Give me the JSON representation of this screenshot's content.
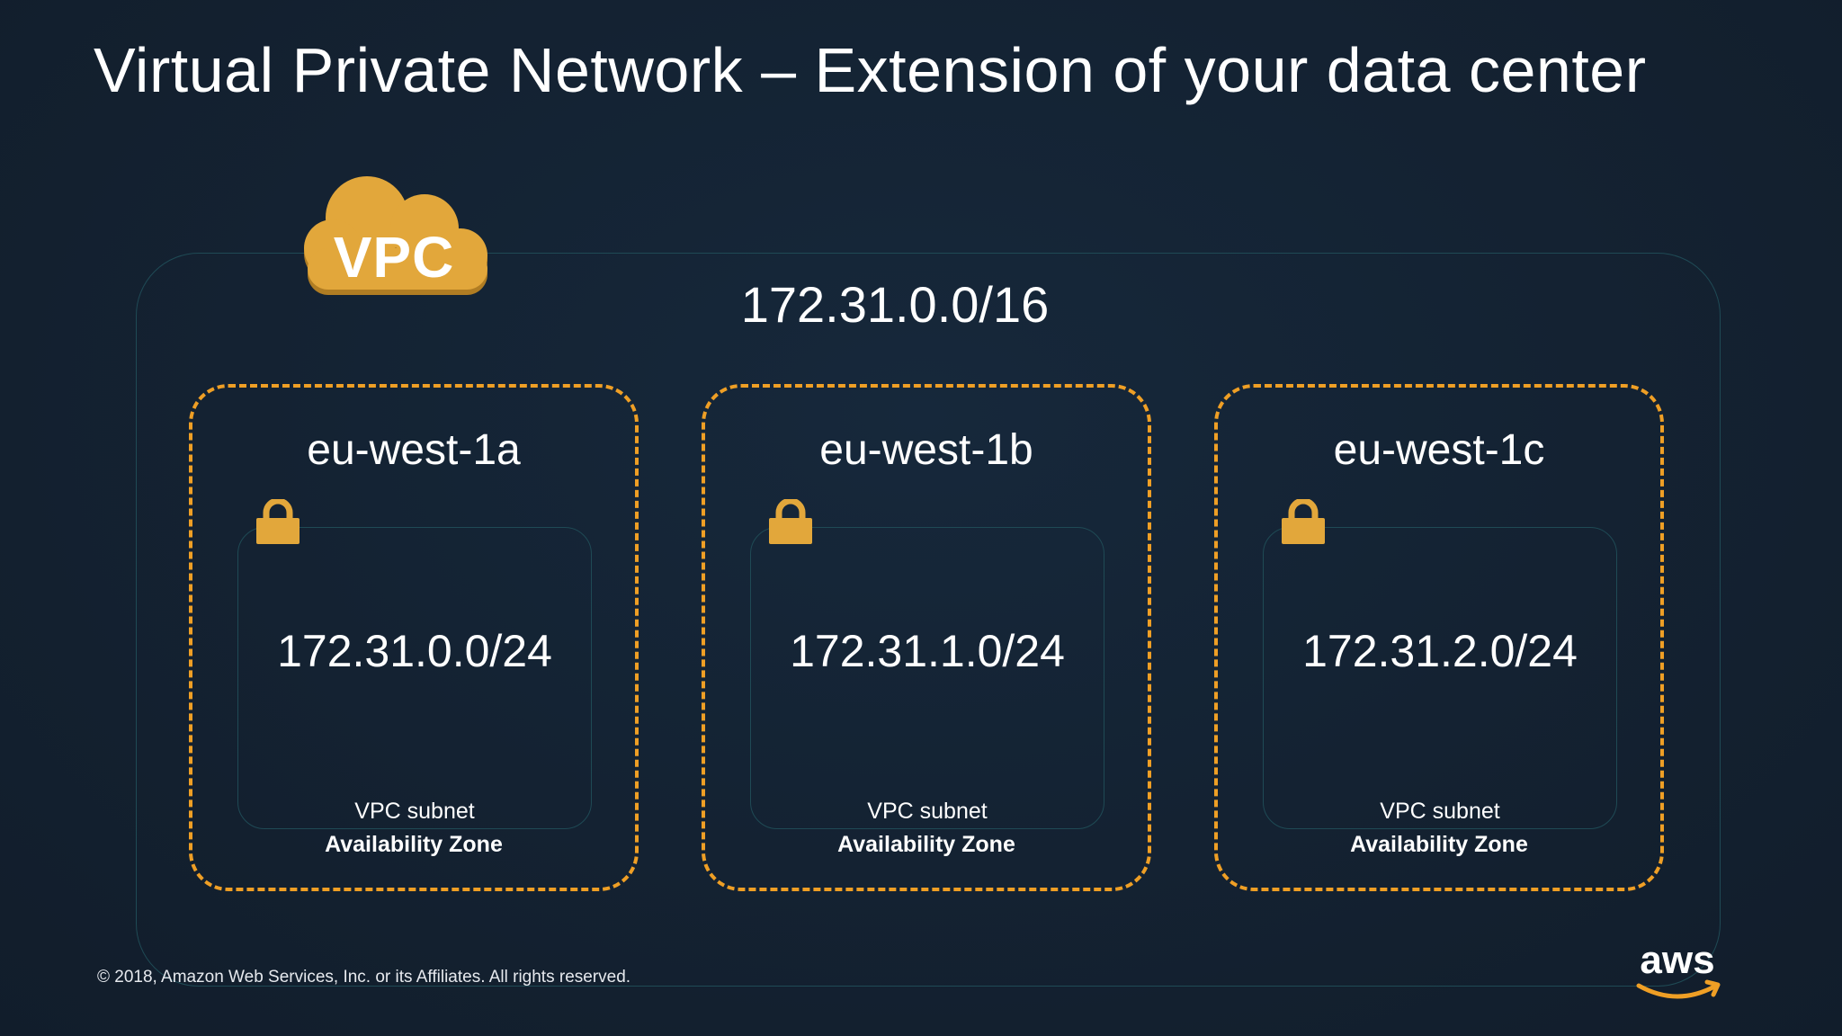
{
  "title": "Virtual Private Network – Extension of your data center",
  "vpc": {
    "badge_label": "VPC",
    "cidr": "172.31.0.0/16"
  },
  "availability_zones": [
    {
      "name": "eu-west-1a",
      "subnet_cidr": "172.31.0.0/24",
      "subnet_label": "VPC subnet",
      "zone_label": "Availability Zone"
    },
    {
      "name": "eu-west-1b",
      "subnet_cidr": "172.31.1.0/24",
      "subnet_label": "VPC subnet",
      "zone_label": "Availability Zone"
    },
    {
      "name": "eu-west-1c",
      "subnet_cidr": "172.31.2.0/24",
      "subnet_label": "VPC subnet",
      "zone_label": "Availability Zone"
    }
  ],
  "footer": {
    "copyright": "© 2018, Amazon Web Services, Inc. or its Affiliates. All rights reserved.",
    "logo_text": "aws"
  },
  "colors": {
    "background": "#13202f",
    "accent_orange": "#ef9f25",
    "cloud_gold": "#e2a73b",
    "border_teal": "#1f4a55"
  },
  "icons": [
    "vpc-cloud-icon",
    "lock-icon",
    "aws-logo"
  ]
}
